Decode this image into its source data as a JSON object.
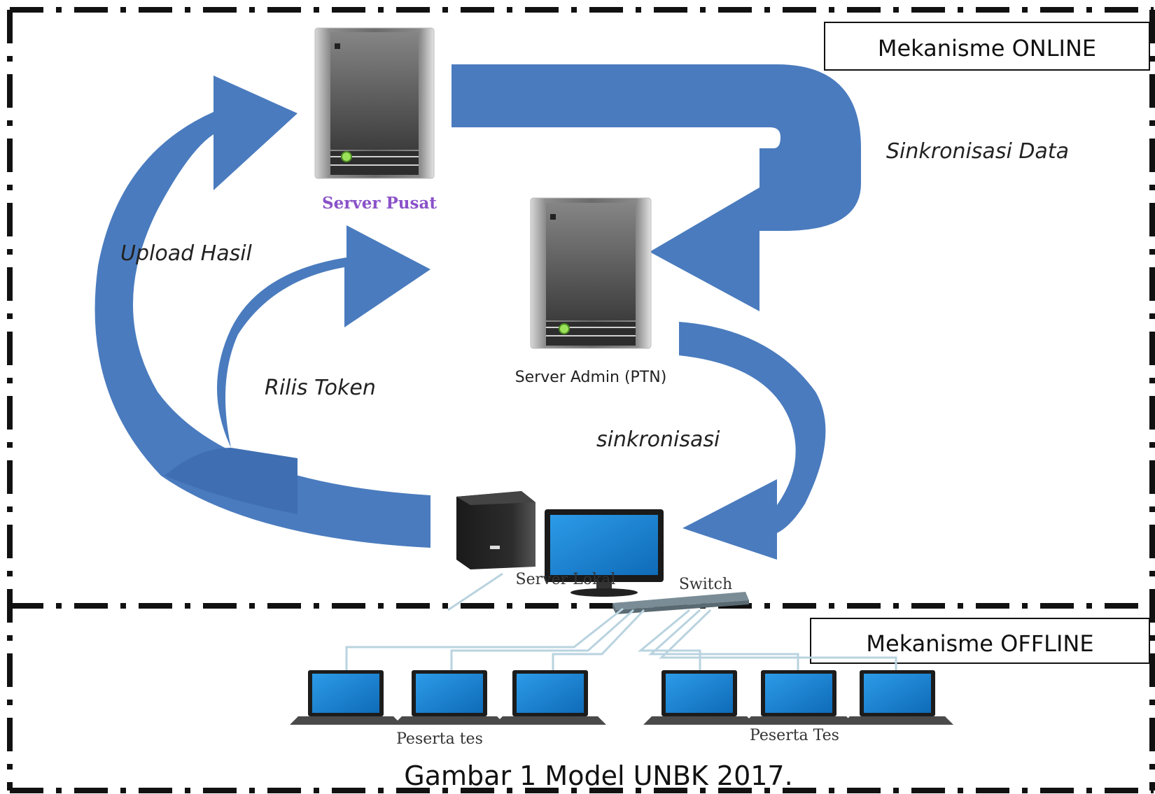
{
  "sections": {
    "online_label": "Mekanisme ONLINE",
    "offline_label": "Mekanisme OFFLINE"
  },
  "nodes": {
    "server_pusat": "Server Pusat",
    "server_admin": "Server Admin (PTN)",
    "server_lokal": "Server Lokal",
    "switch": "Switch",
    "peserta_left": "Peserta tes",
    "peserta_right": "Peserta Tes"
  },
  "flows": {
    "sinkronisasi_data": "Sinkronisasi Data",
    "upload_hasil": "Upload Hasil",
    "rilis_token": "Rilis Token",
    "sinkronisasi": "sinkronisasi"
  },
  "caption": "Gambar 1 Model UNBK 2017.",
  "colors": {
    "arrow": "#4a7bbe",
    "arrow_dark": "#3a66a4",
    "border": "#111111",
    "purple_label": "#8a52c9",
    "screen": "#1e86d6"
  },
  "icons": [
    "server-tower-icon",
    "desktop-computer-icon",
    "monitor-icon",
    "network-switch-icon",
    "laptop-icon"
  ]
}
